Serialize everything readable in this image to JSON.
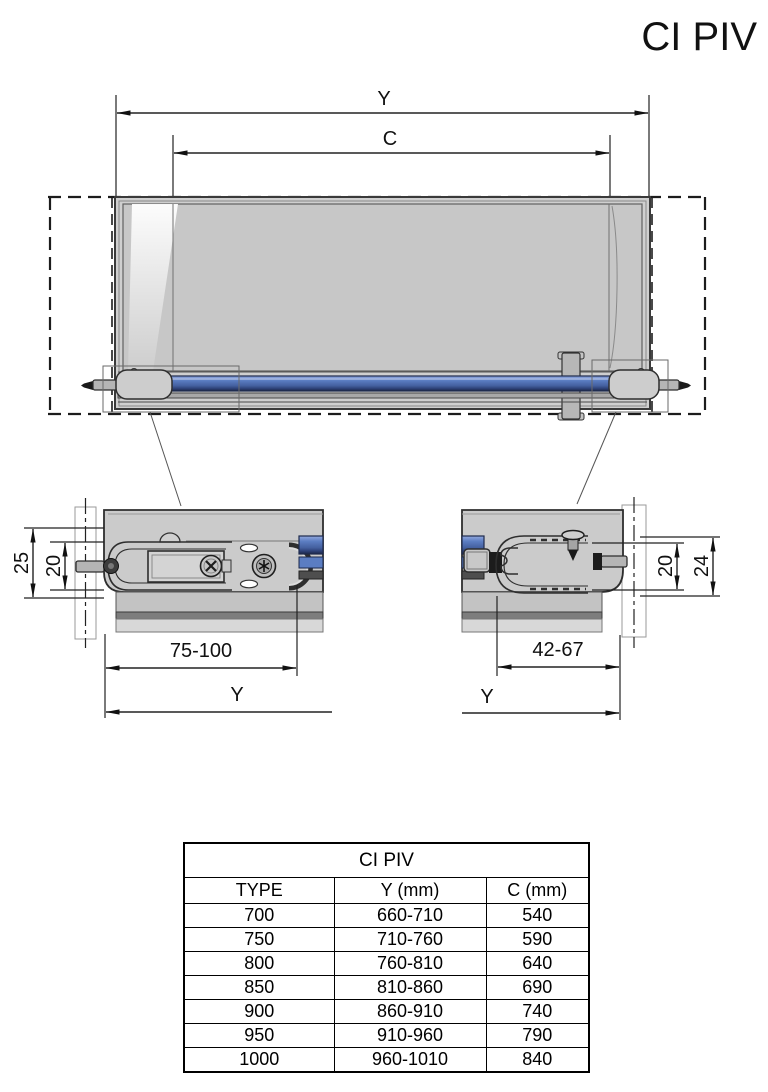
{
  "page": {
    "title": "CI PIV"
  },
  "drawing": {
    "top_dims": {
      "y": "Y",
      "c": "C"
    },
    "left_detail": {
      "dim_25": "25",
      "dim_20": "20",
      "dim_range": "75-100",
      "dim_y": "Y"
    },
    "right_detail": {
      "dim_20": "20",
      "dim_24": "24",
      "dim_range": "42-67",
      "dim_y": "Y"
    }
  },
  "table": {
    "title": "CI PIV",
    "columns": {
      "type": "TYPE",
      "y": "Y (mm)",
      "c": "C (mm)"
    },
    "rows": [
      [
        "700",
        "660-710",
        "540"
      ],
      [
        "750",
        "710-760",
        "590"
      ],
      [
        "800",
        "760-810",
        "640"
      ],
      [
        "850",
        "810-860",
        "690"
      ],
      [
        "900",
        "860-910",
        "740"
      ],
      [
        "950",
        "910-960",
        "790"
      ],
      [
        "1000",
        "960-1010",
        "840"
      ]
    ]
  },
  "colors": {
    "rail_blue": "#5b7dc2",
    "panel_gray": "#cfcfcf",
    "line": "#222222"
  }
}
